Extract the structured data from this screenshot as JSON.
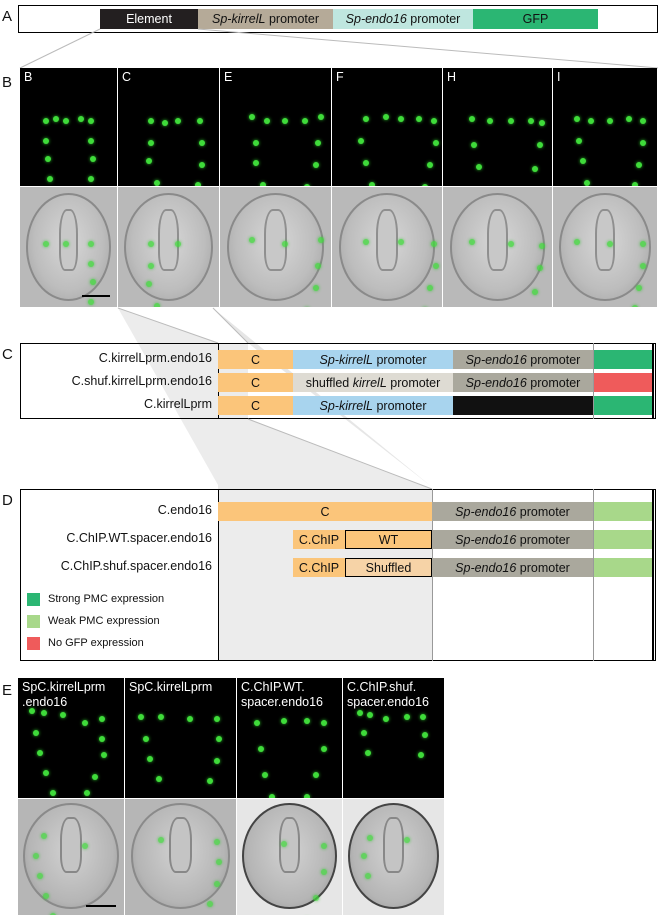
{
  "panel_letters": {
    "A": "A",
    "B": "B",
    "C": "C",
    "D": "D",
    "E": "E"
  },
  "construct_A": {
    "element": "Element",
    "kirrel_gene": "Sp-kirrelL",
    "kirrel_suffix": " promoter",
    "endo_gene": "Sp-endo16",
    "endo_suffix": " promoter",
    "gfp": "GFP"
  },
  "panel_B": {
    "labels": [
      "B",
      "C",
      "E",
      "F",
      "H",
      "I"
    ]
  },
  "panel_C": {
    "rows": [
      {
        "name": "C.kirrelLprm.endo16",
        "element": "C",
        "kirrel": "Sp-kirrelL",
        "kirrel_suffix": " promoter",
        "endo": "Sp-endo16",
        "endo_suffix": " promoter",
        "gfp_status": "strong"
      },
      {
        "name": "C.shuf.kirrelLprm.endo16",
        "element": "C",
        "shuf_prefix": "shuffled ",
        "shuf_gene": "kirrelL",
        "shuf_suffix": " promoter",
        "endo": "Sp-endo16",
        "endo_suffix": " promoter",
        "gfp_status": "none"
      },
      {
        "name": "C.kirrelLprm",
        "element": "C",
        "kirrel": "Sp-kirrelL",
        "kirrel_suffix": " promoter",
        "gfp_status": "strong"
      }
    ]
  },
  "panel_D": {
    "rows": [
      {
        "name": "C.endo16",
        "element": "C",
        "endo": "Sp-endo16",
        "endo_suffix": " promoter"
      },
      {
        "name": "C.ChIP.WT.spacer.endo16",
        "element": "C.ChIP",
        "spacer": "WT",
        "endo": "Sp-endo16",
        "endo_suffix": " promoter"
      },
      {
        "name": "C.ChIP.shuf.spacer.endo16",
        "element": "C.ChIP",
        "spacer": "Shuffled",
        "endo": "Sp-endo16",
        "endo_suffix": " promoter"
      }
    ],
    "legend": [
      {
        "label": "Strong PMC expression",
        "color": "#2bb673"
      },
      {
        "label": "Weak PMC expression",
        "color": "#a8d88a"
      },
      {
        "label": "No GFP expression",
        "color": "#ef5b5b"
      }
    ]
  },
  "panel_E": {
    "labels": [
      {
        "line1": "SpC.kirrelLprm",
        "line2": ".endo16"
      },
      {
        "line1": "SpC.kirrelLprm",
        "line2": ""
      },
      {
        "line1": "C.ChIP.WT.",
        "line2": "spacer.endo16"
      },
      {
        "line1": "C.ChIP.shuf.",
        "line2": "spacer.endo16"
      }
    ]
  },
  "colors": {
    "element_black": "#231f20",
    "kirrel_tan": "#b5aa98",
    "endo_teal": "#bfe6df",
    "gfp_green": "#2bb673",
    "orange": "#fbc57a",
    "blue": "#a8d4ee",
    "shuffled_gray": "#dedbd3",
    "endo_gray": "#aaa89d",
    "red": "#ef5b5b",
    "light_green": "#a8d88a",
    "highlight": "#ececec"
  }
}
